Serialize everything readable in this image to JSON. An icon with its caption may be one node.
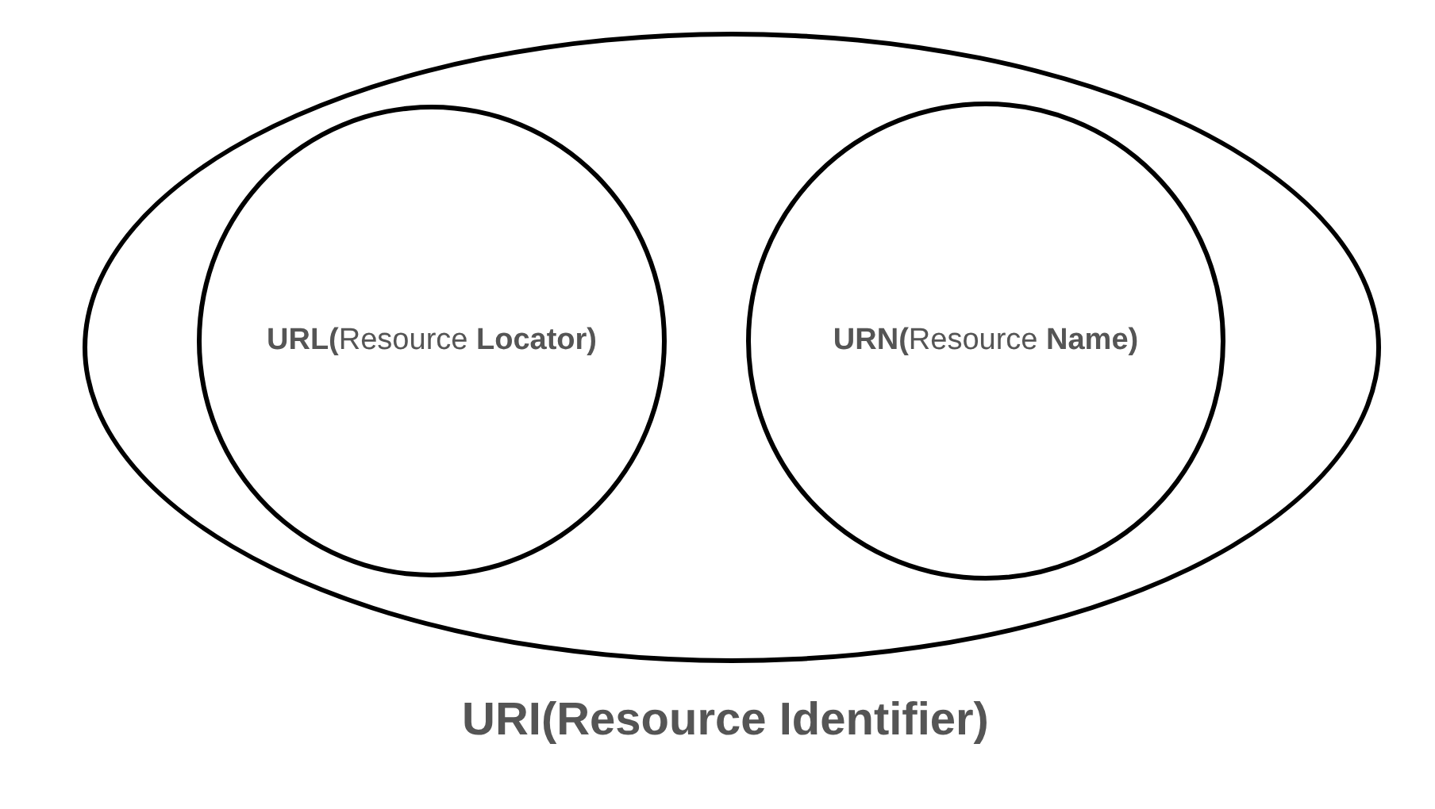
{
  "diagram": {
    "nodes": [
      {
        "text": [
          "URI(Resource Identifier)"
        ]
      },
      {
        "text": [
          "**URL(**Resource **Locator)**"
        ],
        "in": 0
      },
      {
        "text": [
          "**URN(**Resource **Name)**"
        ],
        "in": 0
      }
    ]
  }
}
